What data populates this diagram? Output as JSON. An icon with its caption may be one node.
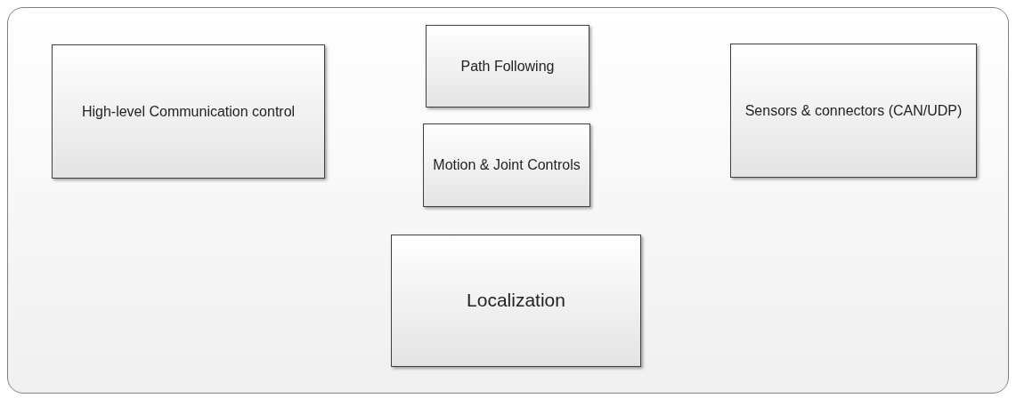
{
  "diagram": {
    "nodes": [
      {
        "text": [],
        "shape": "box"
      },
      {
        "text": [
          "High-level Communication control"
        ],
        "in": 0
      },
      {
        "text": [
          "Path Following"
        ],
        "in": 0
      },
      {
        "text": [
          "Motion & Joint Controls"
        ],
        "in": 0
      },
      {
        "text": [
          "Sensors & connectors (CAN/UDP)"
        ],
        "in": 0
      },
      {
        "text": [
          "Localization"
        ],
        "in": 0
      }
    ]
  }
}
